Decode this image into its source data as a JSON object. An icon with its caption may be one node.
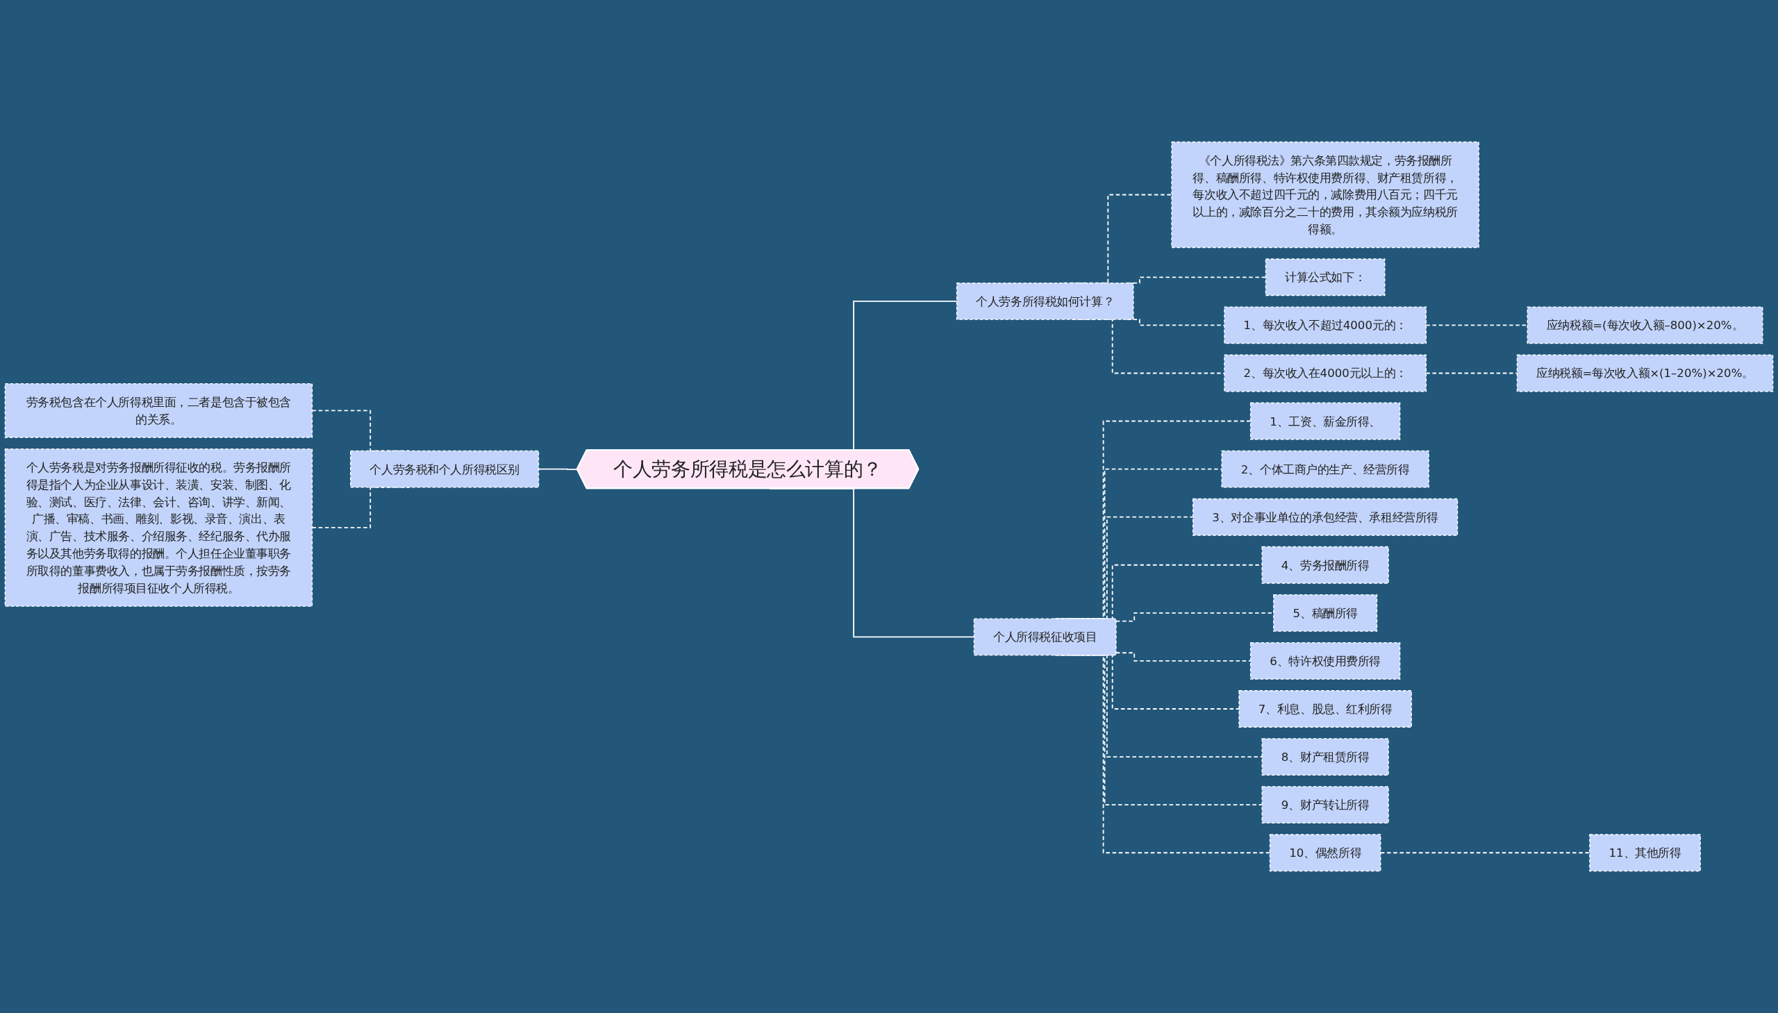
{
  "diagram": {
    "nodes": [
      {
        "text": [
          "个人劳务所得税是怎么计算的？"
        ]
      },
      {
        "text": [
          "个人劳务税和个人所得税区别"
        ]
      },
      {
        "text": [
          "劳务税包含在个人所得税里面，二者是包含于被包含的关系。"
        ]
      },
      {
        "text": [
          "个人劳务税是对劳务报酬所得征收的税。劳务报酬所得是指个人为企业从事设计、装潢、安装、制图、化验、测试、医疗、法律、会计、咨询、讲学、新闻、广播、审稿、书画、雕刻、影视、录音、演出、表演、广告、技术服务、介绍服务、经纪服务、代办服务以及其他劳务取得的报酬。个人担任企业董事职务所取得的董事费收入，也属于劳务报酬性质，按劳务报酬所得项目征收个人所得税。"
        ]
      },
      {
        "text": [
          "个人劳务所得税如何计算？"
        ]
      },
      {
        "text": [
          "《个人所得税法》第六条第四款规定，劳务报酬所得、稿酬所得、特许权使用费所得、财产租赁所得，每次收入不超过四千元的，减除费用八百元；四千元以上的，减除百分之二十的费用，其余额为应纳税所得额。"
        ]
      },
      {
        "text": [
          "计算公式如下："
        ]
      },
      {
        "text": [
          "1、每次收入不超过4000元的："
        ]
      },
      {
        "text": [
          "应纳税额=(每次收入额–800)×20%。"
        ]
      },
      {
        "text": [
          "2、每次收入在4000元以上的："
        ]
      },
      {
        "text": [
          "应纳税额=每次收入额×(1–20%)×20%。"
        ]
      },
      {
        "text": [
          "个人所得税征收项目"
        ]
      },
      {
        "text": [
          "1、工资、薪金所得、"
        ]
      },
      {
        "text": [
          "2、个体工商户的生产、经营所得"
        ]
      },
      {
        "text": [
          "3、对企事业单位的承包经营、承租经营所得"
        ]
      },
      {
        "text": [
          "4、劳务报酬所得"
        ]
      },
      {
        "text": [
          "5、稿酬所得"
        ]
      },
      {
        "text": [
          "6、特许权使用费所得"
        ]
      },
      {
        "text": [
          "7、利息、股息、红利所得"
        ]
      },
      {
        "text": [
          "8、财产租赁所得"
        ]
      },
      {
        "text": [
          "9、财产转让所得"
        ]
      },
      {
        "text": [
          "10、偶然所得"
        ]
      },
      {
        "text": [
          "11、其他所得"
        ]
      }
    ],
    "edges": [
      {
        "from": 2,
        "to": 1,
        "arrow": "none",
        "style": "dashed"
      },
      {
        "from": 3,
        "to": 1,
        "arrow": "none",
        "style": "dashed"
      },
      {
        "from": 1,
        "to": 0,
        "arrow": "none"
      },
      {
        "from": 0,
        "to": 4,
        "arrow": "none"
      },
      {
        "from": 0,
        "to": 11,
        "arrow": "none"
      },
      {
        "from": 4,
        "to": 5,
        "arrow": "none",
        "style": "dashed"
      },
      {
        "from": 4,
        "to": 6,
        "arrow": "none",
        "style": "dashed"
      },
      {
        "from": 4,
        "to": 7,
        "arrow": "none",
        "style": "dashed"
      },
      {
        "from": 4,
        "to": 9,
        "arrow": "none",
        "style": "dashed"
      },
      {
        "from": 7,
        "to": 8,
        "arrow": "none",
        "style": "dashed"
      },
      {
        "from": 9,
        "to": 10,
        "arrow": "none",
        "style": "dashed"
      },
      {
        "from": 11,
        "to": 12,
        "arrow": "none",
        "style": "dashed"
      },
      {
        "from": 11,
        "to": 13,
        "arrow": "none",
        "style": "dashed"
      },
      {
        "from": 11,
        "to": 14,
        "arrow": "none",
        "style": "dashed"
      },
      {
        "from": 11,
        "to": 15,
        "arrow": "none",
        "style": "dashed"
      },
      {
        "from": 11,
        "to": 16,
        "arrow": "none",
        "style": "dashed"
      },
      {
        "from": 11,
        "to": 17,
        "arrow": "none",
        "style": "dashed"
      },
      {
        "from": 11,
        "to": 18,
        "arrow": "none",
        "style": "dashed"
      },
      {
        "from": 11,
        "to": 19,
        "arrow": "none",
        "style": "dashed"
      },
      {
        "from": 11,
        "to": 20,
        "arrow": "none",
        "style": "dashed"
      },
      {
        "from": 11,
        "to": 21,
        "arrow": "none",
        "style": "dashed"
      },
      {
        "from": 21,
        "to": 22,
        "arrow": "none",
        "style": "dashed"
      }
    ]
  }
}
